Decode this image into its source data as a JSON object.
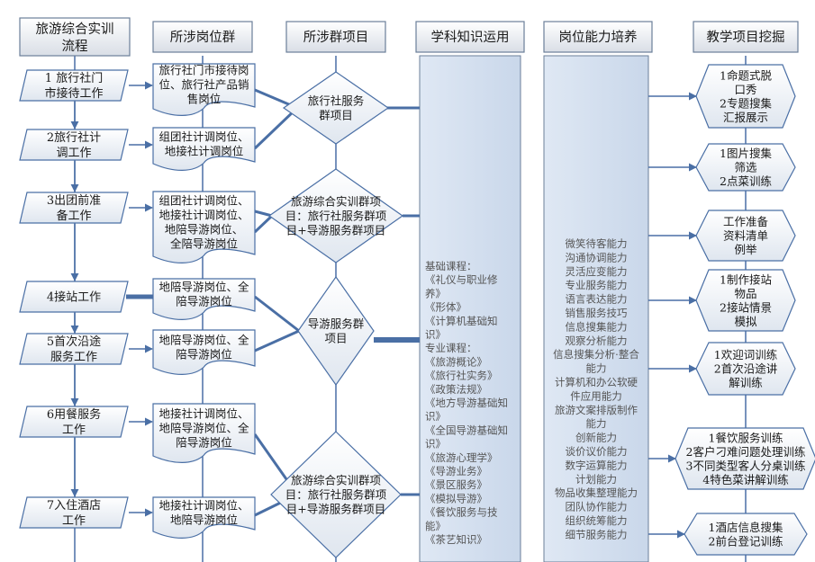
{
  "headers": {
    "process": [
      "旅游综合实训",
      "流程"
    ],
    "positions": "所涉岗位群",
    "projects": "所涉群项目",
    "knowledge": "学科知识运用",
    "abilities": "岗位能力培养",
    "teaching": "教学项目挖掘"
  },
  "steps": [
    [
      "1 旅行社门",
      "市接待工作"
    ],
    [
      "2旅行社计",
      "调工作"
    ],
    [
      "3出团前准",
      "备工作"
    ],
    [
      "4接站工作"
    ],
    [
      "5首次沿途",
      "服务工作"
    ],
    [
      "6用餐服务",
      "工作"
    ],
    [
      "7入住酒店",
      "工作"
    ]
  ],
  "positions": [
    [
      "旅行社门市接待岗",
      "位、旅行社产品销",
      "售岗位"
    ],
    [
      "组团社计调岗位、",
      "地接社计调岗位"
    ],
    [
      "组团社计调岗位、",
      "地接社计调岗位、",
      "地陪导游岗位、",
      "全陪导游岗位"
    ],
    [
      "地陪导游岗位、全",
      "陪导游岗位"
    ],
    [
      "地陪导游岗位、全",
      "陪导游岗位"
    ],
    [
      "地接社计调岗位、",
      "地陪导游岗位、全",
      "陪导游岗位"
    ],
    [
      "地接社计调岗位、",
      "地陪导游岗位"
    ]
  ],
  "projects": [
    [
      "旅行社服务",
      "群项目"
    ],
    [
      "旅游综合实训群项",
      "目：旅行社服务群项",
      "目+导游服务群项目"
    ],
    [
      "导游服务群",
      "项目"
    ],
    [
      "旅游综合实训群项",
      "目：旅行社服务群项",
      "目+导游服务群项目"
    ]
  ],
  "knowledge": [
    "基础课程：",
    "《礼仪与职业修",
    "养》",
    "《形体》",
    "《计算机基础知",
    "识》",
    "专业课程：",
    "《旅游概论》",
    "《旅行社实务》",
    "《政策法规》",
    "《地方导游基础知",
    "识》",
    "《全国导游基础知",
    "识》",
    "《旅游心理学》",
    "《导游业务》",
    "《景区服务》",
    "《模拟导游》",
    "《餐饮服务与技",
    "能》",
    "《茶艺知识》"
  ],
  "abilities": [
    "微笑待客能力",
    "沟通协调能力",
    "灵活应变能力",
    "专业服务能力",
    "语言表达能力",
    "销售服务技巧",
    "信息搜集能力",
    "观察分析能力",
    "信息搜集分析·整合",
    "能力",
    "计算机和办公软硬",
    "件应用能力",
    "旅游文案排版制作",
    "能力",
    "创新能力",
    "谈价议价能力",
    "数字运算能力",
    "计划能力",
    "物品收集整理能力",
    "团队协作能力",
    "组织统筹能力",
    "细节服务能力"
  ],
  "teaching": [
    [
      "1命题式脱",
      "口秀",
      "2专题搜集",
      "汇报展示"
    ],
    [
      "1图片搜集",
      "筛选",
      "2点菜训练"
    ],
    [
      "工作准备",
      "资料清单",
      "例举"
    ],
    [
      "1制作接站",
      "物品",
      "2接站情景",
      "模拟"
    ],
    [
      "1欢迎词训练",
      "2首次沿途讲",
      "解训练"
    ],
    [
      "1餐饮服务训练",
      "2客户刁难问题处理训练",
      "3不同类型客人分桌训练",
      "4特色菜讲解训练"
    ],
    [
      "1酒店信息搜集",
      "2前台登记训练"
    ]
  ]
}
